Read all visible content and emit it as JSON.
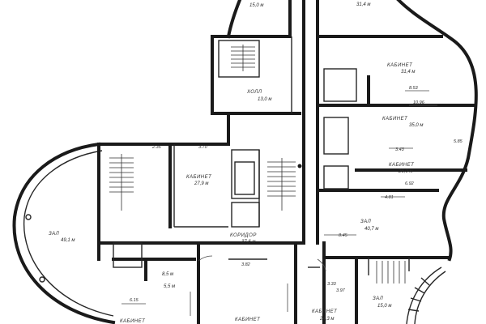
{
  "rooms": [
    {
      "id": "top-left",
      "name": "",
      "area": "15,0 м"
    },
    {
      "id": "top-right",
      "name": "",
      "area": "31,4 м"
    },
    {
      "id": "kab-1",
      "name": "КАБИНЕТ",
      "area": "31,4 м"
    },
    {
      "id": "kab-2",
      "name": "КАБИНЕТ",
      "area": "35,0 м"
    },
    {
      "id": "kab-3",
      "name": "КАБИНЕТ",
      "area": "26,0 м"
    },
    {
      "id": "zal-right",
      "name": "ЗАЛ",
      "area": "40,7 м"
    },
    {
      "id": "stair-hall",
      "name": "ХОЛЛ",
      "area": "13,0 м"
    },
    {
      "id": "kab-4",
      "name": "КАБИНЕТ",
      "area": "27,9 м"
    },
    {
      "id": "zal-left",
      "name": "ЗАЛ",
      "area": "49,1 м"
    },
    {
      "id": "koridor",
      "name": "КОРИДОР",
      "area": "37,6 м"
    },
    {
      "id": "small-1",
      "name": "",
      "area": "8,5 м"
    },
    {
      "id": "small-2",
      "name": "",
      "area": "5,5 м"
    },
    {
      "id": "kab-5",
      "name": "КАБИНЕТ",
      "area": ""
    },
    {
      "id": "kab-6",
      "name": "КАБИНЕТ",
      "area": ""
    },
    {
      "id": "kab-7",
      "name": "КАБИНЕТ",
      "area": "24,3 м"
    },
    {
      "id": "zal-corner",
      "name": "ЗАЛ",
      "area": "15,0 м"
    }
  ],
  "dims": [
    "8.53",
    "10.96",
    "5.85",
    "6.92",
    "8.45",
    "3.33",
    "3.97",
    "6.15",
    "2.35",
    "3.70",
    "4.81",
    "3.43",
    "3.82"
  ]
}
